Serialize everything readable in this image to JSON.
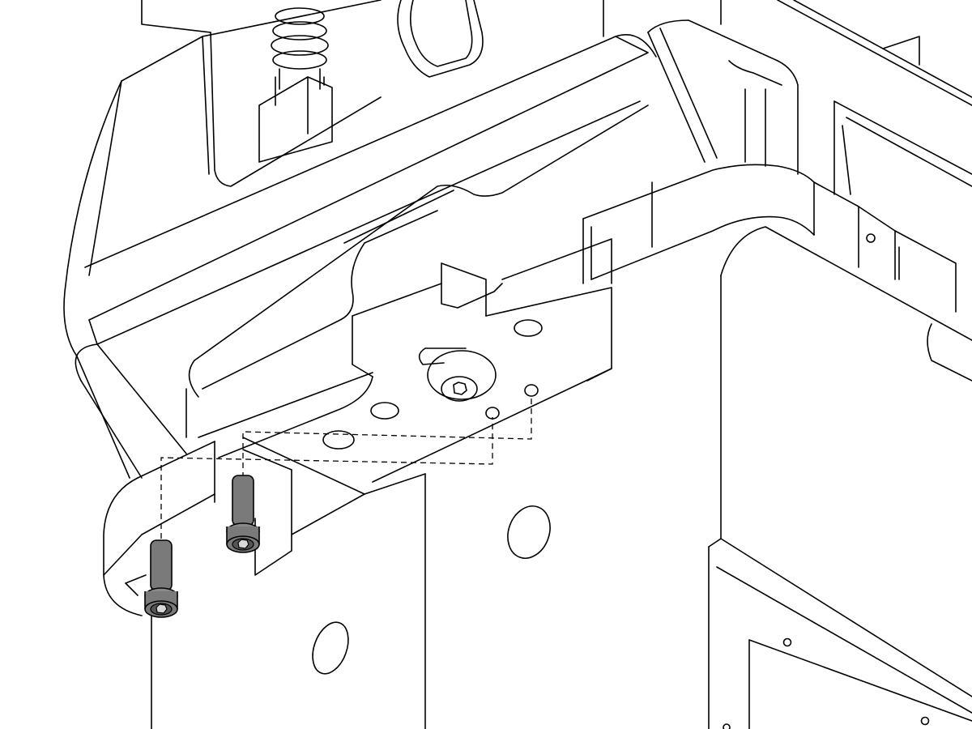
{
  "figure": {
    "kind": "technical-assembly-line-drawing",
    "view": "isometric",
    "line_color": "#000000",
    "background_color": "#ffffff",
    "fastener_color": "#7a7a7a"
  },
  "fasteners": [
    {
      "name": "socket-head-cap-screw",
      "icon": "hex-socket-screw-icon",
      "state": "exploded"
    },
    {
      "name": "socket-head-cap-screw",
      "icon": "hex-socket-screw-icon",
      "state": "exploded"
    },
    {
      "name": "button-head-screw",
      "icon": "hex-socket-screw-icon",
      "state": "installed"
    }
  ],
  "callouts": []
}
